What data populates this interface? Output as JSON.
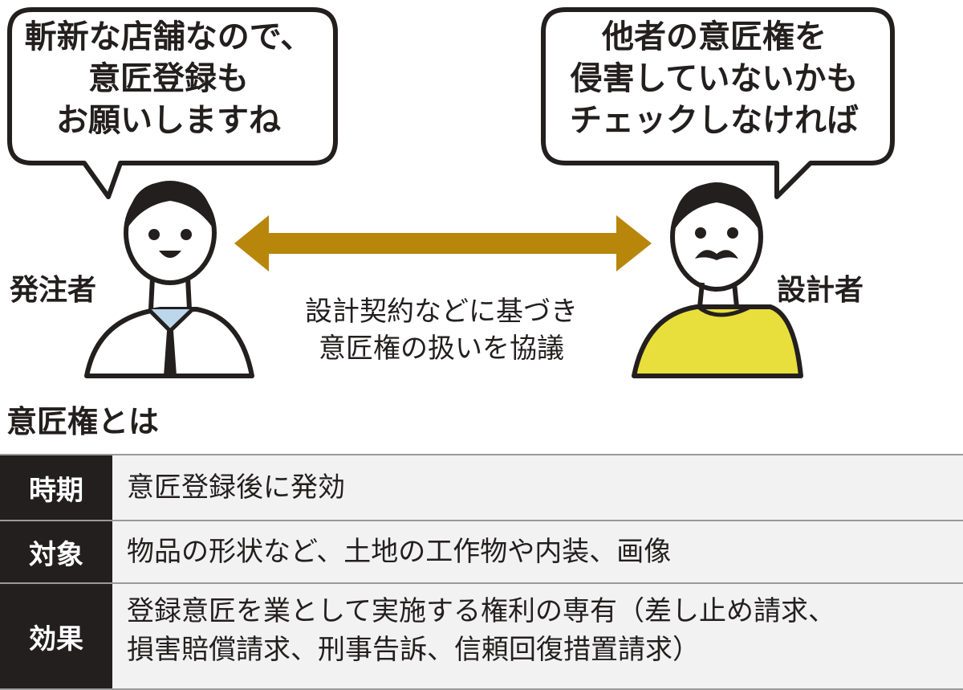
{
  "bubble_left": {
    "lines": [
      "斬新な店舗なので、",
      "意匠登録も",
      "お願いしますね"
    ]
  },
  "bubble_right": {
    "lines": [
      "他者の意匠権を",
      "侵害していないかも",
      "チェックしなければ"
    ]
  },
  "roles": {
    "left": "発注者",
    "right": "設計者"
  },
  "caption": {
    "lines": [
      "設計契約などに基づき",
      "意匠権の扱いを協議"
    ]
  },
  "section_title": "意匠権とは",
  "table": {
    "rows": [
      {
        "label": "時期",
        "lines": [
          "意匠登録後に発効"
        ]
      },
      {
        "label": "対象",
        "lines": [
          "物品の形状など、土地の工作物や内装、画像"
        ]
      },
      {
        "label": "効果",
        "lines": [
          "登録意匠を業として実施する権利の専有（差し止め請求、",
          "損害賠償請求、刑事告訴、信頼回復措置請求）"
        ]
      }
    ]
  },
  "colors": {
    "arrow": "#b8860b",
    "designer_shirt": "#e8df3c",
    "ink": "#231f1f",
    "table_head": "#231f1f",
    "table_row": "#f2f2f2"
  }
}
